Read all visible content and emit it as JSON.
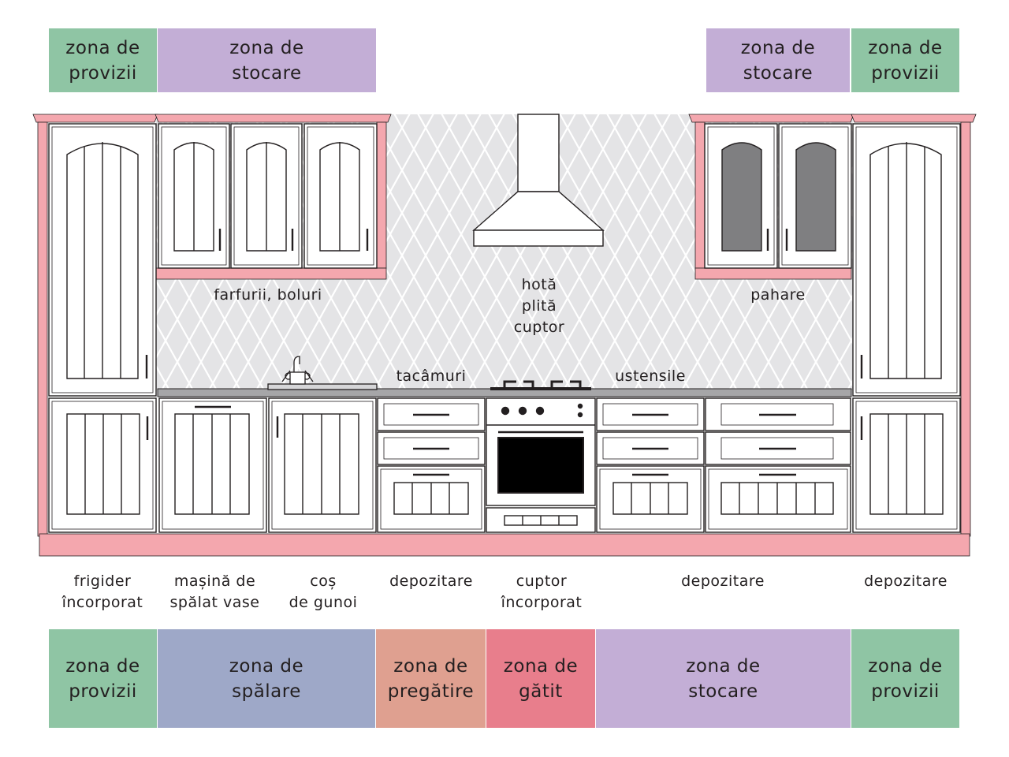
{
  "colors": {
    "provizii": "#8fc5a4",
    "stocare": "#c3aed6",
    "spalare": "#9ea8c8",
    "pregatire": "#dfa090",
    "gatit": "#e87e8c",
    "frame": "#f4a7ae",
    "backsplash": "#e4e4e6",
    "outline": "#231f20"
  },
  "top_zones": [
    {
      "id": "tl-provizii",
      "text": "zona de\nprovizii",
      "color": "#8fc5a4"
    },
    {
      "id": "tl-stocare",
      "text": "zona de\nstocare",
      "color": "#c3aed6"
    },
    {
      "id": "tr-stocare",
      "text": "zona de\nstocare",
      "color": "#c3aed6"
    },
    {
      "id": "tr-provizii",
      "text": "zona de\nprovizii",
      "color": "#8fc5a4"
    }
  ],
  "bottom_zones": [
    {
      "id": "b-provizii-left",
      "text": "zona de\nprovizii",
      "color": "#8fc5a4"
    },
    {
      "id": "b-spalare",
      "text": "zona de\nspălare",
      "color": "#9ea8c8"
    },
    {
      "id": "b-pregatire",
      "text": "zona de\npregătire",
      "color": "#dfa090"
    },
    {
      "id": "b-gatit",
      "text": "zona de\ngătit",
      "color": "#e87e8c"
    },
    {
      "id": "b-stocare",
      "text": "zona de\nstocare",
      "color": "#c3aed6"
    },
    {
      "id": "b-provizii-right",
      "text": "zona de\nprovizii",
      "color": "#8fc5a4"
    }
  ],
  "wall_labels": {
    "farfurii": "farfurii, boluri",
    "hota": "hotă\nplită\ncuptor",
    "pahare": "pahare",
    "tacamuri": "tacâmuri",
    "ustensile": "ustensile"
  },
  "base_labels": {
    "frigider": "frigider\nîncorporat",
    "masina": "mașină de\nspălat vase",
    "cos": "coș\nde gunoi",
    "depozitare1": "depozitare",
    "cuptor": "cuptor\nîncorporat",
    "depozitare2": "depozitare",
    "depozitare3": "depozitare"
  }
}
